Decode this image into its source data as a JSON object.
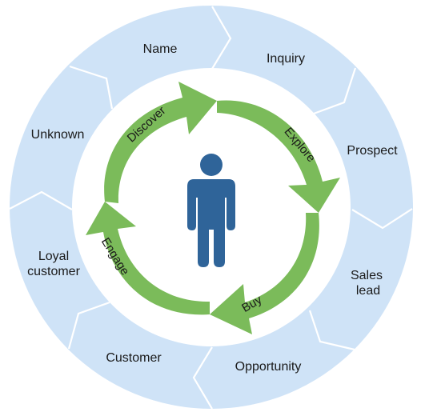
{
  "outer_ring": {
    "fill_color": "#cfe3f7",
    "segments": [
      {
        "lines": [
          "Name"
        ]
      },
      {
        "lines": [
          "Inquiry"
        ]
      },
      {
        "lines": [
          "Prospect"
        ]
      },
      {
        "lines": [
          "Sales",
          "lead"
        ]
      },
      {
        "lines": [
          "Opportunity"
        ]
      },
      {
        "lines": [
          "Customer"
        ]
      },
      {
        "lines": [
          "Loyal",
          "customer"
        ]
      },
      {
        "lines": [
          "Unknown"
        ]
      }
    ]
  },
  "cycle": {
    "arrow_color": "#7bbb5a",
    "stages": [
      "Discover",
      "Explore",
      "Buy",
      "Engage"
    ]
  },
  "person": {
    "icon": "person-icon",
    "color": "#2f6499"
  }
}
